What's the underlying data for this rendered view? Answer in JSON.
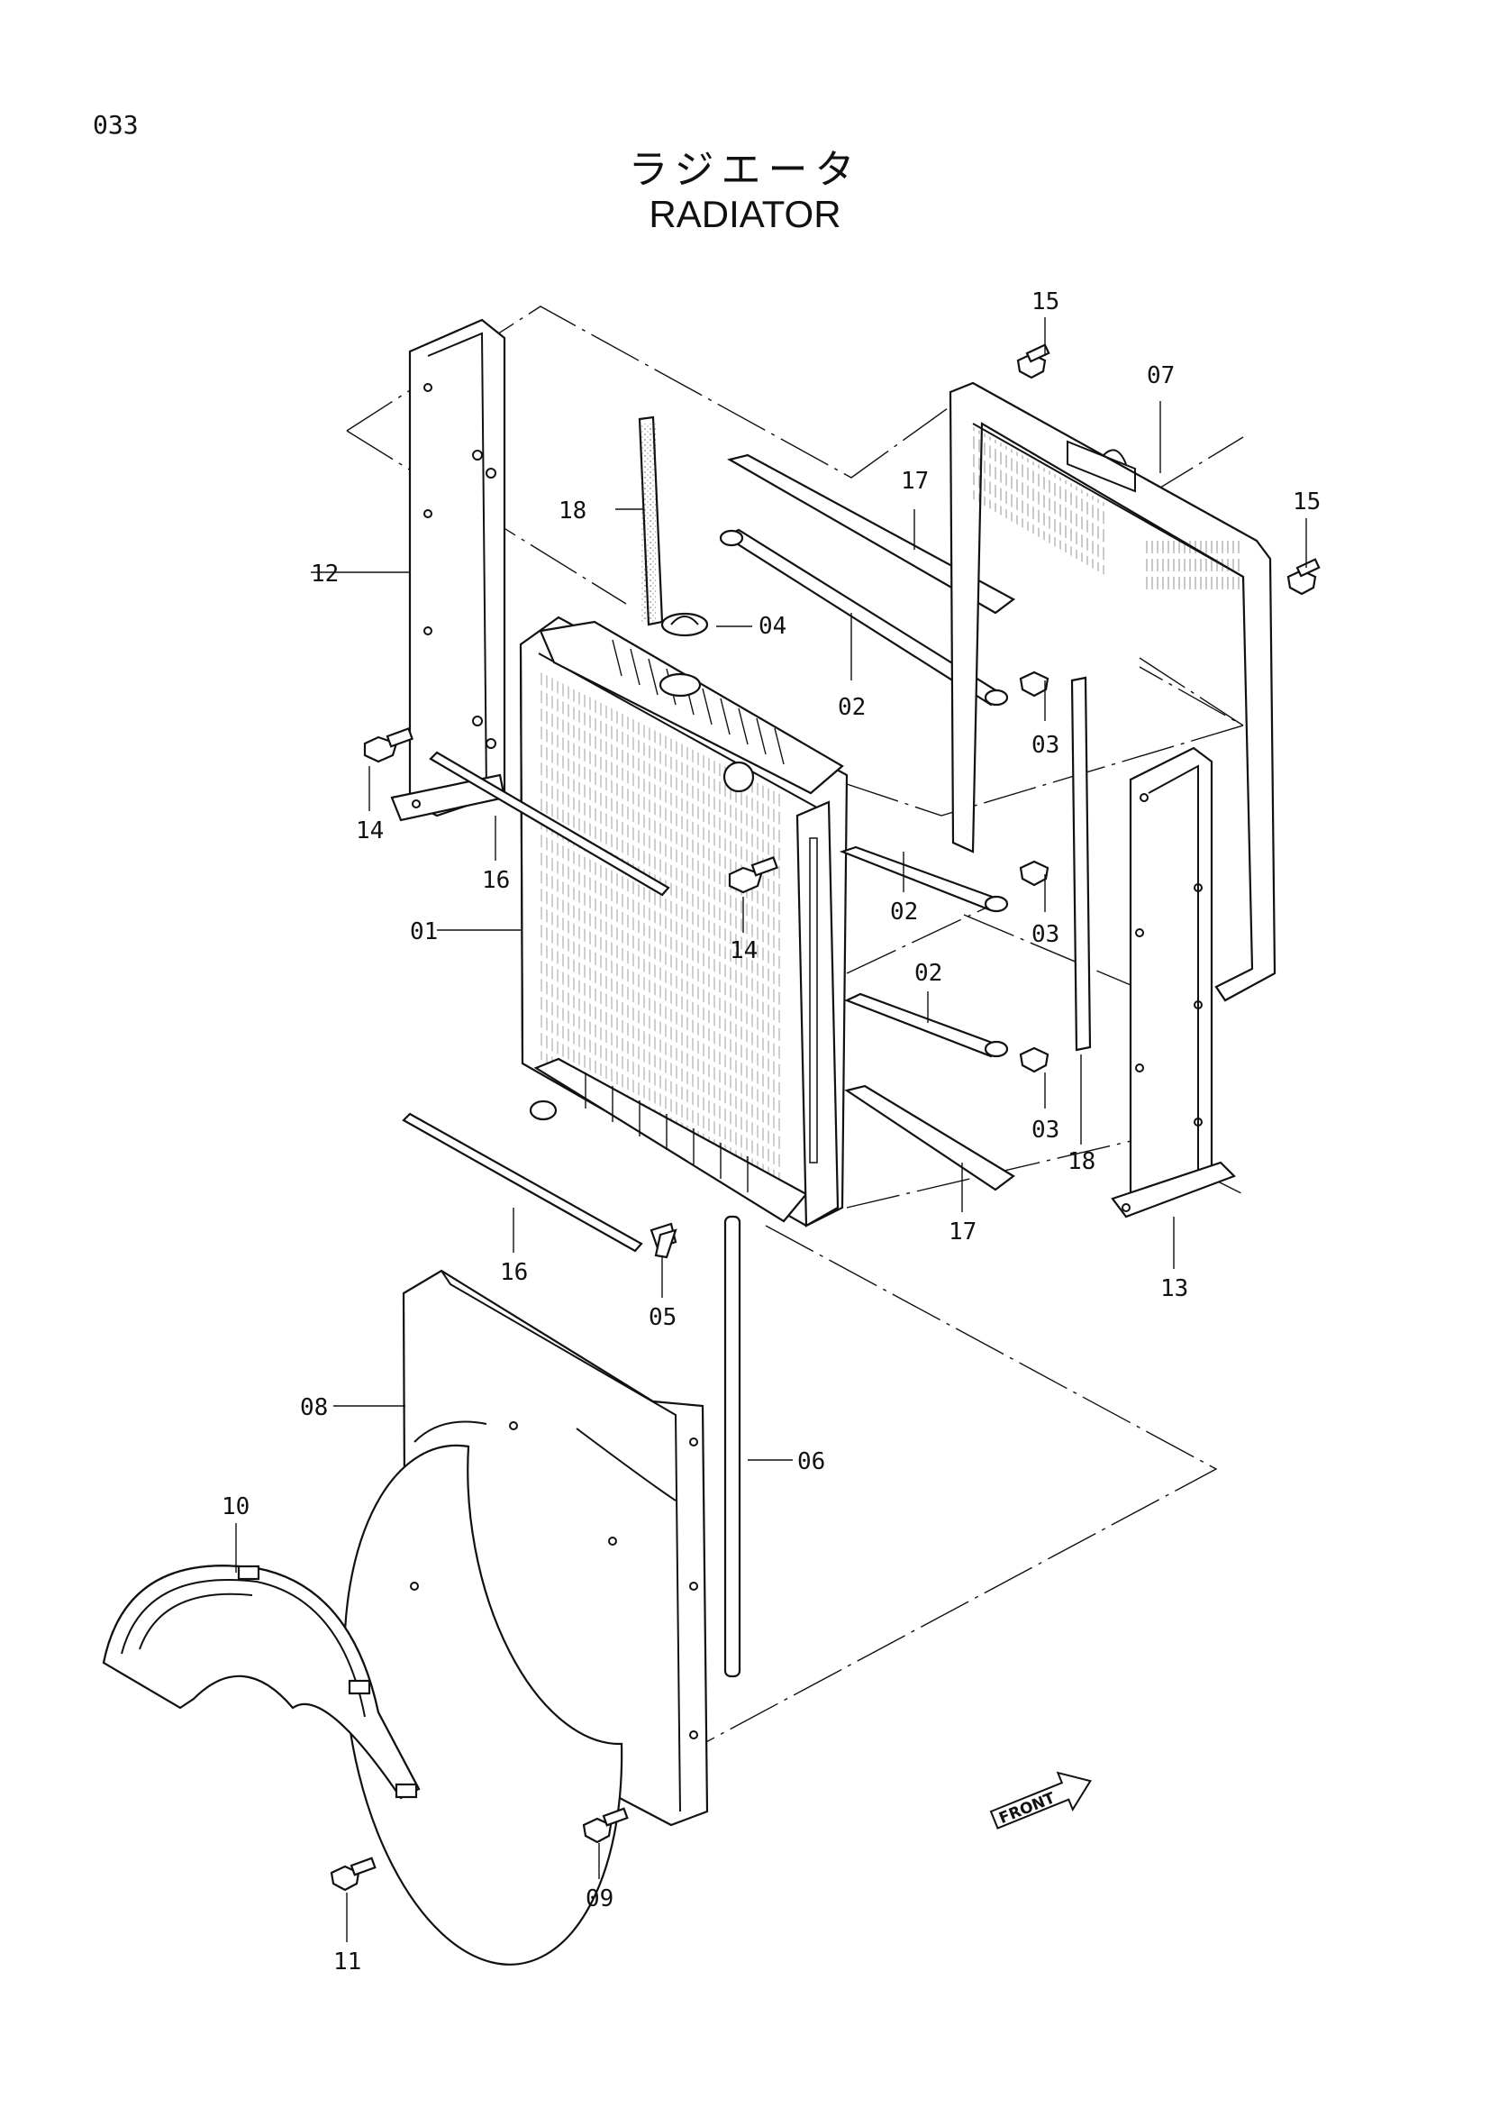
{
  "page_number": "033",
  "title_jp": "ラジエータ",
  "title_en": "RADIATOR",
  "front_marker": "FRONT",
  "callouts": {
    "c01": "01",
    "c02a": "02",
    "c02b": "02",
    "c02c": "02",
    "c03a": "03",
    "c03b": "03",
    "c03c": "03",
    "c04": "04",
    "c05": "05",
    "c06": "06",
    "c07": "07",
    "c08": "08",
    "c09": "09",
    "c10": "10",
    "c11": "11",
    "c12": "12",
    "c13": "13",
    "c14a": "14",
    "c14b": "14",
    "c15a": "15",
    "c15b": "15",
    "c16a": "16",
    "c16b": "16",
    "c17a": "17",
    "c17b": "17",
    "c18a": "18",
    "c18b": "18"
  }
}
